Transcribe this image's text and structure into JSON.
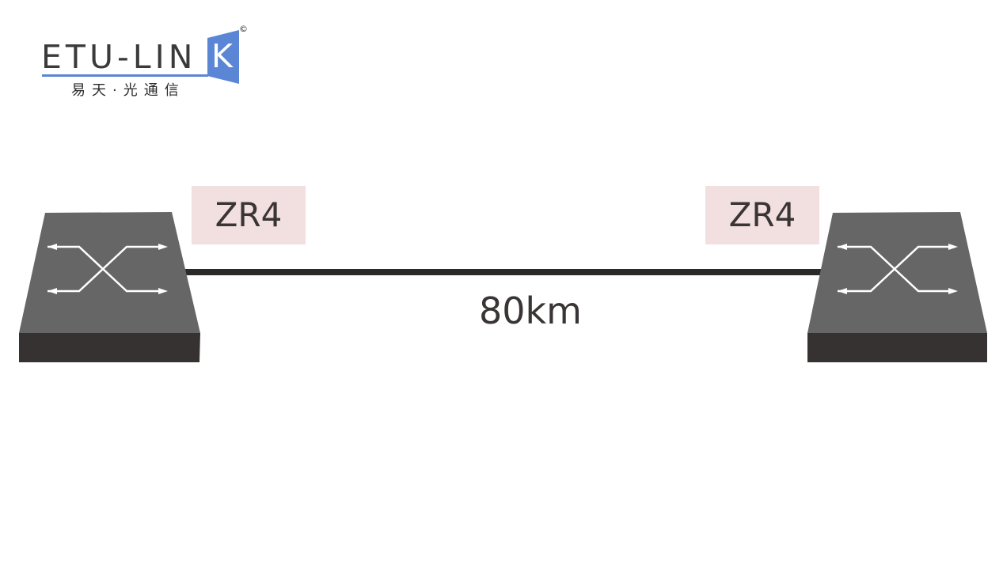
{
  "logo": {
    "brand_prefix": "ETU-LIN",
    "brand_k": "K",
    "copyright": "©",
    "subtitle": "易天·光通信"
  },
  "diagram": {
    "left_module_label": "ZR4",
    "right_module_label": "ZR4",
    "link_distance": "80km",
    "left_device_icon": "network-switch-icon",
    "right_device_icon": "network-switch-icon"
  },
  "colors": {
    "switch_top": "#666666",
    "switch_side": "#363232",
    "cable": "#2b2828",
    "tag_background": "#f2dfe0",
    "logo_accent": "#5b86d6"
  }
}
